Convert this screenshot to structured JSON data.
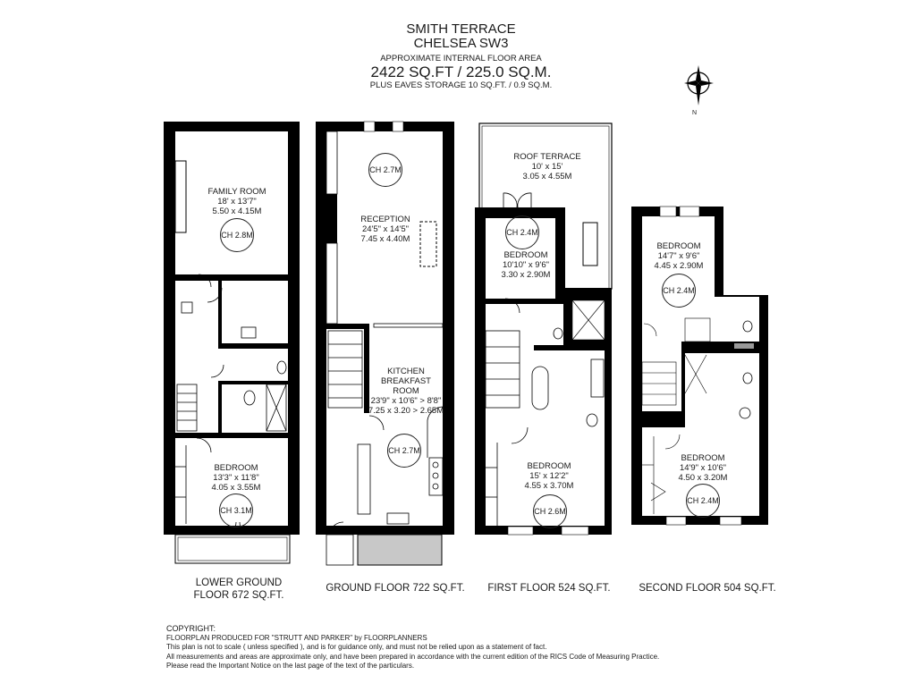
{
  "header": {
    "property_name": "SMITH TERRACE",
    "location": "CHELSEA SW3",
    "area_caption": "APPROXIMATE INTERNAL FLOOR AREA",
    "total_area": "2422 SQ.FT / 225.0 SQ.M.",
    "eaves_storage": "PLUS EAVES STORAGE 10 SQ.FT. / 0.9 SQ.M."
  },
  "compass": {
    "icon": "compass-rose-icon",
    "label": "N"
  },
  "floors": [
    {
      "label_line1": "LOWER GROUND",
      "label_line2": "FLOOR 672 SQ.FT.",
      "rooms": [
        {
          "name": "FAMILY ROOM",
          "imperial": "18' x 13'7\"",
          "metric": "5.50 x 4.15M",
          "ceiling": "CH 2.8M"
        },
        {
          "name": "BEDROOM",
          "imperial": "13'3\" x 11'8\"",
          "metric": "4.05 x 3.55M",
          "ceiling": "CH 3.1M"
        }
      ]
    },
    {
      "label_line1": "GROUND FLOOR 722 SQ.FT.",
      "rooms": [
        {
          "name": "RECEPTION",
          "imperial": "24'5\" x 14'5\"",
          "metric": "7.45 x 4.40M",
          "ceiling": "CH 2.7M"
        },
        {
          "name_line1": "KITCHEN",
          "name_line2": "BREAKFAST",
          "name_line3": "ROOM",
          "imperial": "23'9\" x 10'6\" > 8'8\"",
          "metric": "7.25 x 3.20 > 2.65M",
          "ceiling": "CH 2.7M"
        }
      ]
    },
    {
      "label_line1": "FIRST FLOOR 524 SQ.FT.",
      "rooms": [
        {
          "name": "ROOF TERRACE",
          "imperial": "10' x 15'",
          "metric": "3.05 x 4.55M"
        },
        {
          "name": "BEDROOM",
          "imperial": "10'10\" x 9'6\"",
          "metric": "3.30 x 2.90M",
          "ceiling": "CH 2.4M"
        },
        {
          "name": "BEDROOM",
          "imperial": "15' x 12'2\"",
          "metric": "4.55 x 3.70M",
          "ceiling": "CH 2.6M"
        }
      ]
    },
    {
      "label_line1": "SECOND FLOOR 504 SQ.FT.",
      "rooms": [
        {
          "name": "BEDROOM",
          "imperial": "14'7\" x 9'6\"",
          "metric": "4.45 x 2.90M",
          "ceiling": "CH 2.4M"
        },
        {
          "name": "BEDROOM",
          "imperial": "14'9\" x 10'6\"",
          "metric": "4.50 x 3.20M",
          "ceiling": "CH 2.4M"
        }
      ]
    }
  ],
  "copyright": {
    "heading": "COPYRIGHT:",
    "line1": "FLOORPLAN PRODUCED FOR \"STRUTT AND PARKER\" by FLOORPLANNERS",
    "line2": "This plan is not to scale  ( unless specified ), and is for guidance only, and must not be relied upon as a statement of fact.",
    "line3": "All measurements and areas are approximate only, and have been prepared in accordance with the current edition of the RICS Code of Measuring Practice.",
    "line4": "Please read the Important Notice on the last page of the text of the particulars."
  },
  "colors": {
    "wall": "#000000",
    "background": "#ffffff",
    "balcony_fill": "#c8c8c8"
  }
}
